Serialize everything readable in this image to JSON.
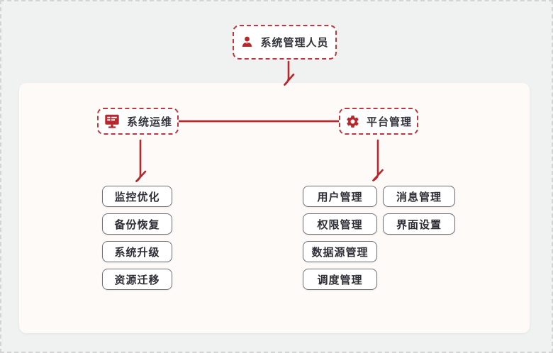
{
  "diagram": {
    "root": {
      "label": "系统管理人员",
      "icon": "admin-person-icon"
    },
    "branches": {
      "ops": {
        "label": "系统运维",
        "icon": "monitor-icon",
        "children": [
          "监控优化",
          "备份恢复",
          "系统升级",
          "资源迁移"
        ]
      },
      "platform": {
        "label": "平台管理",
        "icon": "gear-icon",
        "children_col1": [
          "用户管理",
          "权限管理",
          "数据源管理",
          "调度管理"
        ],
        "children_col2": [
          "消息管理",
          "界面设置"
        ]
      }
    },
    "colors": {
      "accent_red": "#b5282d",
      "node_dash_red": "#c2363b",
      "canvas_bg": "#f0f1f1",
      "panel_bg": "#fdfaf8",
      "leaf_border": "#707076",
      "text_dark": "#2e2e36",
      "outer_dash": "#d4d4d4"
    }
  }
}
